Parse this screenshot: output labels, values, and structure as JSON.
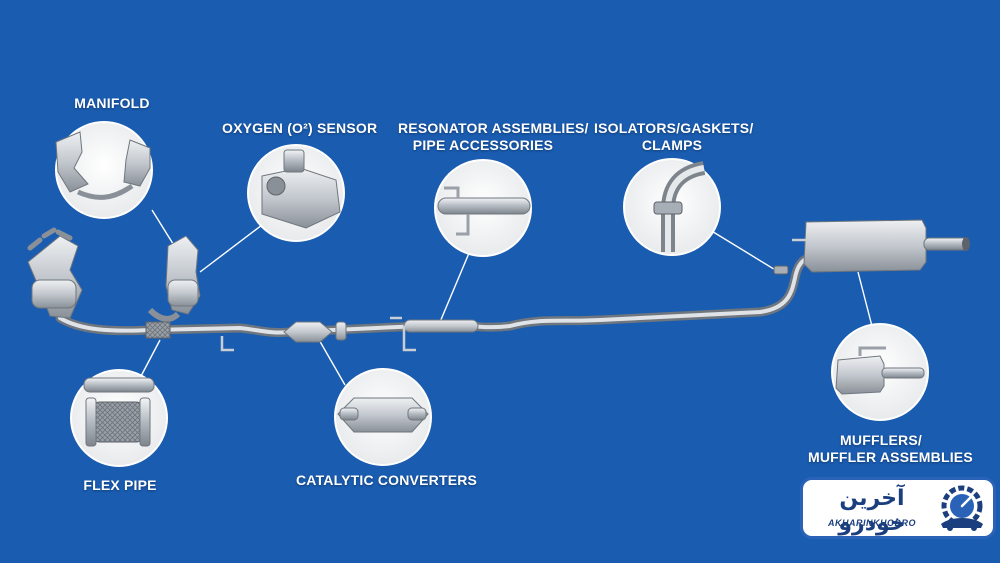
{
  "labels": {
    "manifold": "MANIFOLD",
    "oxygen_sensor": "OXYGEN (O²) SENSOR",
    "resonator_line1": "RESONATOR ASSEMBLIES/",
    "resonator_line2": "PIPE ACCESSORIES",
    "isolators_line1": "ISOLATORS/GASKETS/",
    "isolators_line2": "CLAMPS",
    "flex_pipe": "FLEX PIPE",
    "catalytic_converters": "CATALYTIC CONVERTERS",
    "mufflers_line1": "MUFFLERS/",
    "mufflers_line2": "MUFFLER ASSEMBLIES"
  },
  "logo": {
    "persian_text": "آخرین خودرو",
    "latin_text": "AKHARINKHODRO"
  },
  "colors": {
    "background": "#1a5cb0",
    "metal": "#c9ced4",
    "callout_line": "#ffffff",
    "logo_text": "#1b3e7e"
  },
  "icons": {
    "logo_mark": "car-speedometer-gear-icon"
  }
}
